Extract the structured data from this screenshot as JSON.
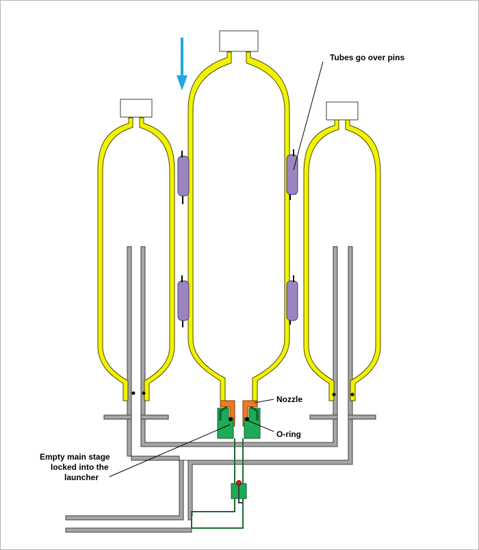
{
  "labels": {
    "tubes": "Tubes go over pins",
    "nozzle": "Nozzle",
    "oring": "O-ring",
    "main_stage_line1": "Empty main stage",
    "main_stage_line2": "locked into the",
    "main_stage_line3": "launcher"
  },
  "colors": {
    "bottle_wall": "#f2f200",
    "bottle_outline": "#4a4a00",
    "cap_fill": "#ffffff",
    "tube": "#9b85c0",
    "tube_outline": "#4a3a6a",
    "launcher_tube": "#a6a6a6",
    "launcher_outline": "#3c3c3c",
    "nozzle": "#f07a1e",
    "clamp": "#1faa55",
    "clamp_dark": "#0f5e2e",
    "air_line": "#1a6a30",
    "arrow": "#1fa6e0",
    "valve_red": "#e02020"
  },
  "icons": {
    "arrow": "down-arrow-icon"
  }
}
